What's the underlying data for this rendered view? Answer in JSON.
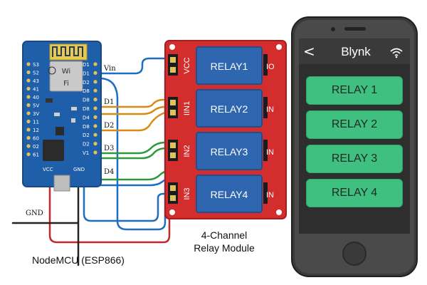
{
  "board": {
    "left_pins": [
      "S3",
      "S2",
      "43",
      "41",
      "40",
      "5V",
      "3V",
      "11",
      "12",
      "60",
      "02",
      "61"
    ],
    "right_pins": [
      "D1",
      "D1",
      "D2",
      "D8",
      "D8",
      "D8",
      "D4",
      "D8",
      "D2",
      "D2",
      "V1"
    ],
    "bottom_left": "VCC",
    "bottom_right": "GND",
    "chip_label_top": "Wi",
    "chip_label_bottom": "Fi",
    "caption": "NodeMCU (ESP866)"
  },
  "wire_labels": {
    "vin": "Vin",
    "d1": "D1",
    "d2": "D2",
    "d3": "D3",
    "d4": "D4",
    "gnd": "GND"
  },
  "relay_module": {
    "pin_labels": [
      "VCC",
      "IIN1",
      "IN2",
      "IN3"
    ],
    "relays": [
      "RELAY1",
      "RELAY2",
      "RELAY3",
      "RELAY4"
    ],
    "side_labels": [
      "IO",
      "IN",
      "IN",
      "IN"
    ],
    "caption_line1": "4-Channel",
    "caption_line2": "Relay Module"
  },
  "phone": {
    "back": "<",
    "title": "Blynk",
    "buttons": [
      "RELAY 1",
      "RELAY 2",
      "RELAY 3",
      "RELAY 4"
    ]
  },
  "colors": {
    "board": "#1f5ea8",
    "relay_board": "#d42d2d",
    "relay_block": "#2f66b0",
    "phone_button": "#3fbf80",
    "wire_blue": "#1f6fc0",
    "wire_orange": "#d88a16",
    "wire_green": "#2c9a3c",
    "wire_red": "#c0282a"
  }
}
